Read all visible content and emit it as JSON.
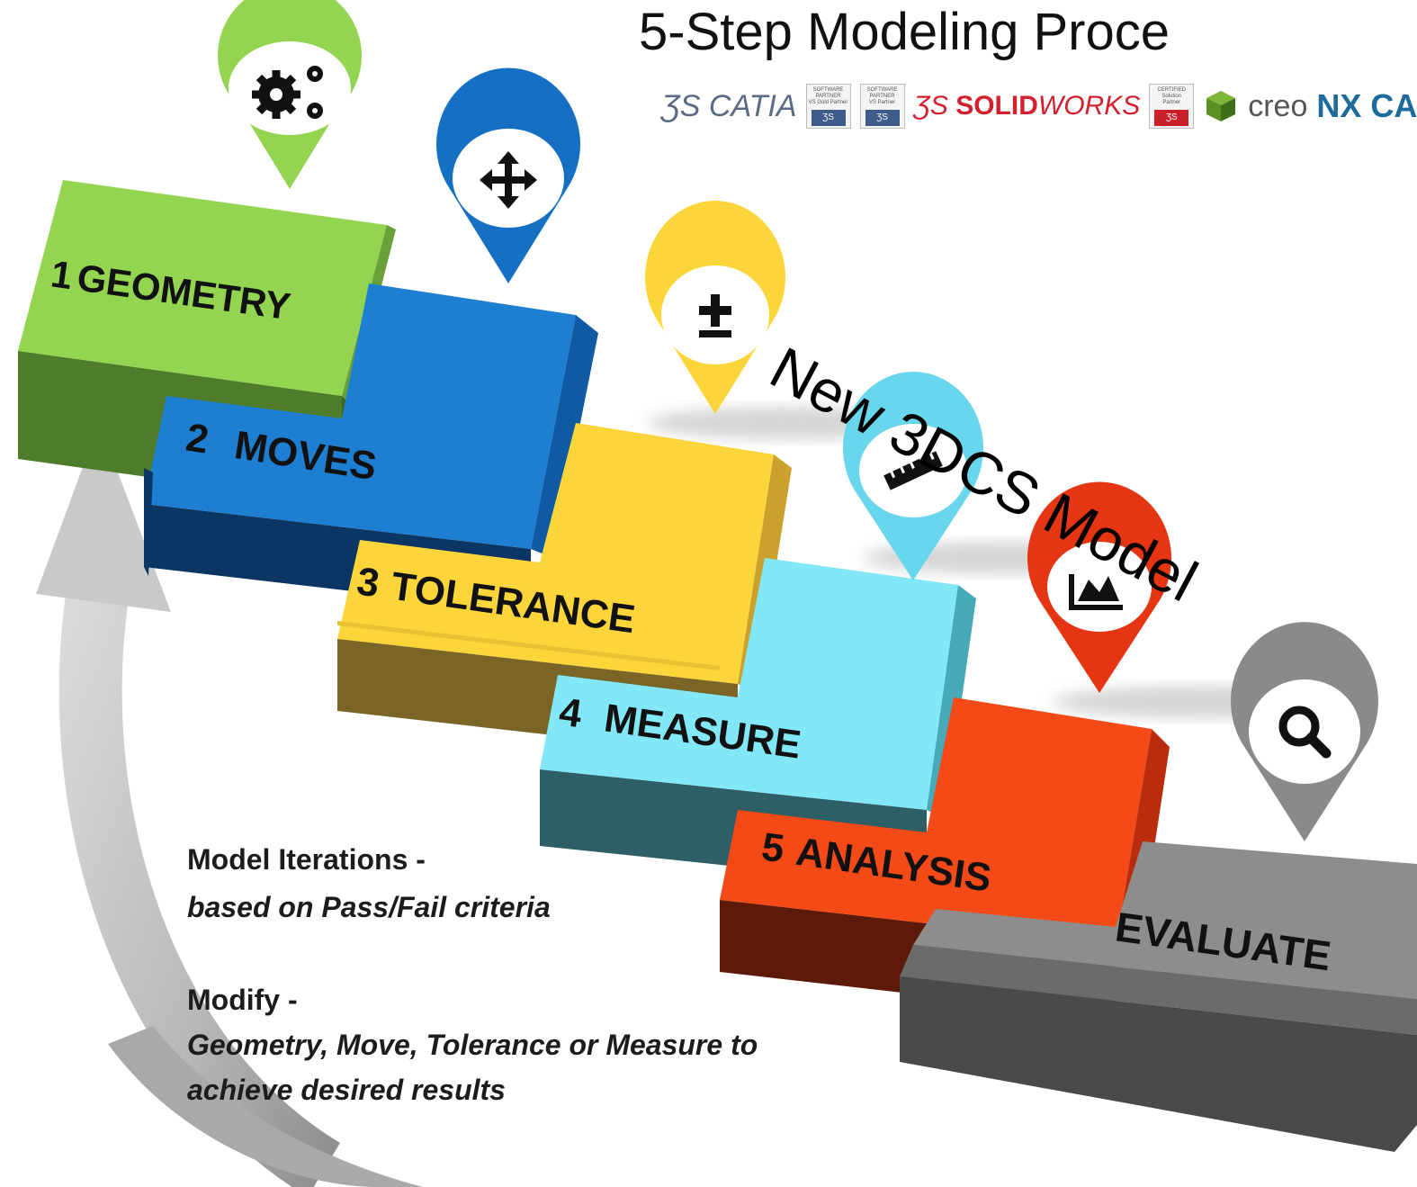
{
  "title": "5-Step Modeling Proce",
  "logos": {
    "catia": "CATIA",
    "badge1": [
      "SOFTWARE",
      "PARTNER",
      "VS Gold Partner"
    ],
    "badge2": [
      "SOFTWARE",
      "PARTNER",
      "VS Partner"
    ],
    "solidworks_a": "SOLID",
    "solidworks_b": "WORKS",
    "badge3": [
      "CERTIFIED",
      "Solution",
      "Partner"
    ],
    "creo": "creo",
    "nx": "NX CA"
  },
  "model_tag": "New 3DCS Model",
  "steps": [
    {
      "num": "1",
      "label": "GEOMETRY",
      "icon": "gears-icon",
      "color": "#8fd14f"
    },
    {
      "num": "2",
      "label": "MOVES",
      "icon": "move-arrows-icon",
      "color": "#1f7fd0"
    },
    {
      "num": "3",
      "label": "TOLERANCE",
      "icon": "plus-minus-icon",
      "color": "#fbd534"
    },
    {
      "num": "4",
      "label": "MEASURE",
      "icon": "ruler-icon",
      "color": "#7fe4f5"
    },
    {
      "num": "5",
      "label": "ANALYSIS",
      "icon": "area-chart-icon",
      "color": "#f04a17"
    }
  ],
  "evaluate": {
    "label": "EVALUATE",
    "icon": "magnifier-icon",
    "color": "#8a8a8a"
  },
  "notes": {
    "iterations_title": "Model Iterations -",
    "iterations_text": "based on Pass/Fail criteria",
    "modify_title": "Modify -",
    "modify_line1": "Geometry, Move, Tolerance or Measure to",
    "modify_line2": "achieve desired results"
  }
}
